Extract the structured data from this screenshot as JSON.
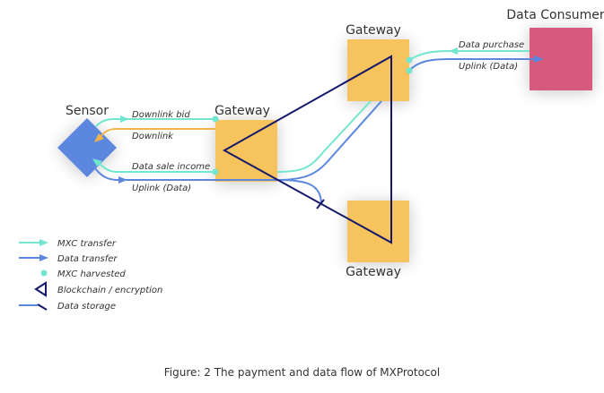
{
  "colors": {
    "mxc": "#72E6CF",
    "data": "#5B87DE",
    "downlink": "#F2B449",
    "gateway": "#F6C35B",
    "sensor": "#5B87DE",
    "consumer": "#D75A7D",
    "blockchain": "#14186B",
    "text": "#333333"
  },
  "nodes": {
    "sensor": "Sensor",
    "gateway_main": "Gateway",
    "gateway_top": "Gateway",
    "gateway_bottom": "Gateway",
    "consumer": "Data Consumer"
  },
  "flows": {
    "downlink_bid": "Downlink bid",
    "downlink": "Downlink",
    "data_sale_income": "Data sale income",
    "uplink_sensor": "Uplink (Data)",
    "data_purchase": "Data purchase",
    "uplink_consumer": "Uplink (Data)"
  },
  "legend": [
    {
      "symbol": "mxc-transfer-arrow",
      "label": "MXC transfer"
    },
    {
      "symbol": "data-transfer-arrow",
      "label": "Data transfer"
    },
    {
      "symbol": "mxc-harvested-dot",
      "label": "MXC harvested"
    },
    {
      "symbol": "blockchain-triangle",
      "label": "Blockchain / encryption"
    },
    {
      "symbol": "data-storage-line",
      "label": "Data storage"
    }
  ],
  "caption": "Figure: 2 The payment and data flow of MXProtocol"
}
